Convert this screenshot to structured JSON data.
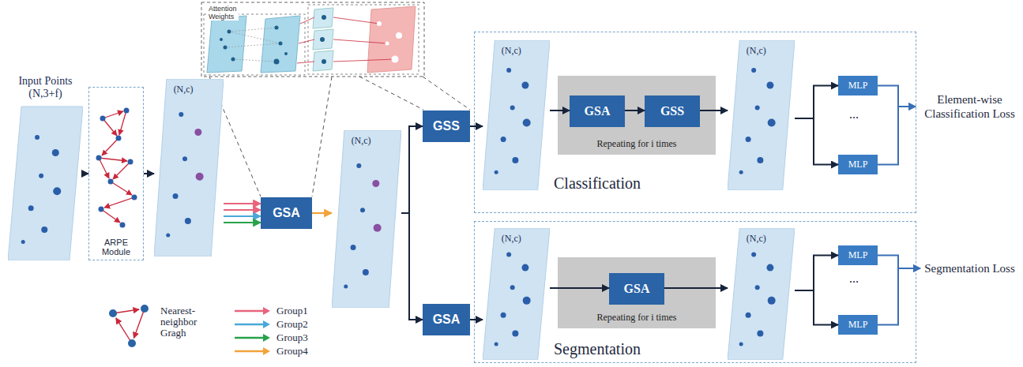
{
  "diagram": {
    "nodes": [
      {
        "text": [
          "Input Points (N,3+f)"
        ]
      },
      {
        "text": [
          "ARPE Module"
        ]
      },
      {
        "text": [
          "(N,c)"
        ]
      },
      {
        "text": [
          "GSA"
        ]
      },
      {
        "text": [
          "(N,c)"
        ]
      },
      {
        "text": [
          "GSS"
        ]
      },
      {
        "text": [
          "Classification"
        ]
      },
      {
        "text": [
          "(N,c)"
        ],
        "in": 6
      },
      {
        "text": [
          "Repeating for i times"
        ],
        "in": 6
      },
      {
        "text": [
          "GSA"
        ],
        "in": 8
      },
      {
        "text": [
          "GSS"
        ],
        "in": 8
      },
      {
        "text": [
          "(N,c)"
        ],
        "in": 6
      },
      {
        "text": [
          "MLP"
        ],
        "in": 6
      },
      {
        "text": [
          "MLP"
        ],
        "in": 6
      },
      {
        "text": [
          "GSA"
        ]
      },
      {
        "text": [
          "Segmentation"
        ]
      },
      {
        "text": [
          "(N,c)"
        ],
        "in": 15
      },
      {
        "text": [
          "Repeating for i times"
        ],
        "in": 15
      },
      {
        "text": [
          "GSA"
        ],
        "in": 17
      },
      {
        "text": [
          "(N,c)"
        ],
        "in": 15
      },
      {
        "text": [
          "MLP"
        ],
        "in": 15
      },
      {
        "text": [
          "MLP"
        ],
        "in": 15
      },
      {
        "text": [
          "Element-wise Classification Loss"
        ]
      },
      {
        "text": [
          "Segmentation Loss"
        ]
      }
    ],
    "edges": [
      {
        "from": 0,
        "to": 1,
        "arrow": "to"
      },
      {
        "from": 1,
        "to": 2,
        "arrow": "to"
      },
      {
        "from": 2,
        "to": 3,
        "arrow": "to"
      },
      {
        "from": 2,
        "to": 3,
        "arrow": "to"
      },
      {
        "from": 2,
        "to": 3,
        "arrow": "to"
      },
      {
        "from": 2,
        "to": 3,
        "arrow": "to"
      },
      {
        "from": 3,
        "to": 4,
        "arrow": "to"
      },
      {
        "from": 4,
        "to": 5,
        "arrow": "to"
      },
      {
        "from": 4,
        "to": 14,
        "arrow": "to"
      },
      {
        "from": 5,
        "to": 7,
        "arrow": "to"
      },
      {
        "from": 7,
        "to": 9,
        "arrow": "to"
      },
      {
        "from": 9,
        "to": 10,
        "arrow": "to"
      },
      {
        "from": 10,
        "to": 11,
        "arrow": "to"
      },
      {
        "from": 11,
        "to": 12,
        "arrow": "to"
      },
      {
        "from": 11,
        "to": 13,
        "arrow": "to"
      },
      {
        "from": 12,
        "to": 22,
        "arrow": "to"
      },
      {
        "from": 13,
        "to": 22,
        "arrow": "to"
      },
      {
        "from": 14,
        "to": 16,
        "arrow": "to"
      },
      {
        "from": 16,
        "to": 18,
        "arrow": "to"
      },
      {
        "from": 18,
        "to": 19,
        "arrow": "to"
      },
      {
        "from": 19,
        "to": 20,
        "arrow": "to"
      },
      {
        "from": 19,
        "to": 21,
        "arrow": "to"
      },
      {
        "from": 20,
        "to": 23,
        "arrow": "to"
      },
      {
        "from": 21,
        "to": 23,
        "arrow": "to"
      }
    ],
    "labels": [
      "Attention Weights",
      "...",
      "..."
    ],
    "legend": [
      {
        "text": "Nearest-neighbor Gragh"
      },
      {
        "text": "Group1",
        "color": "#e8647c"
      },
      {
        "text": "Group2",
        "color": "#4aa8d8"
      },
      {
        "text": "Group3",
        "color": "#27a24a"
      },
      {
        "text": "Group4",
        "color": "#f2a33a"
      }
    ]
  }
}
